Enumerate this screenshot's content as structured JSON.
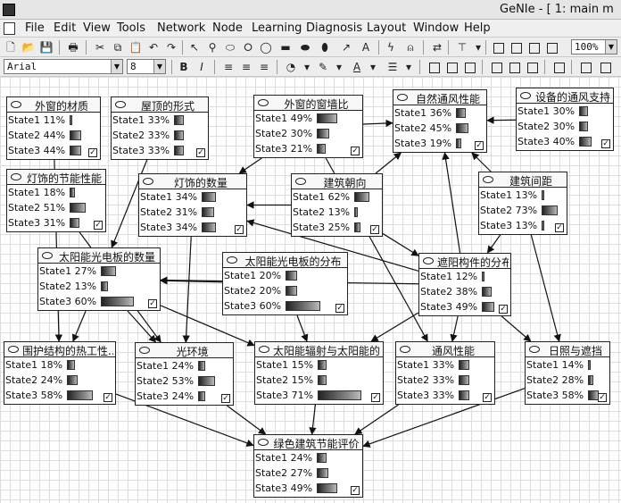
{
  "window": {
    "title": "GeNIe - [ 1: main m"
  },
  "menubar": {
    "items": [
      "File",
      "Edit",
      "View",
      "Tools",
      "Network",
      "Node",
      "Learning",
      "Diagnosis",
      "Layout",
      "Window",
      "Help"
    ]
  },
  "toolbar": {
    "zoom_value": "100%",
    "font_value": "Arial",
    "font_size_value": "8"
  },
  "icons": {
    "new": "🗋",
    "open": "📂",
    "save": "💾",
    "print": "🖶",
    "cut": "✂",
    "copy": "⧉",
    "paste": "📋",
    "undo": "↶",
    "redo": "↷",
    "select": "↖",
    "zoom": "⚲",
    "oval": "⬭",
    "arc": "⭘",
    "chance": "◯",
    "deterministic": "▬",
    "decision": "⬬",
    "utility": "⬮",
    "arrow": "↗",
    "text": "A",
    "update": "ϟ",
    "formula": "⍝",
    "swap": "⇄",
    "filter": "⊤",
    "bold": "B",
    "italic": "I",
    "align-left": "≡",
    "align-center": "≡",
    "align-right": "≡",
    "fill": "◔",
    "line-color": "✎",
    "font-color": "A",
    "line-width": "☰"
  },
  "nodes": [
    {
      "title": "外窗的材质",
      "states": [
        {
          "label": "State1 11%",
          "value": 11
        },
        {
          "label": "State2 44%",
          "value": 44
        },
        {
          "label": "State3 44%",
          "value": 44
        }
      ]
    },
    {
      "title": "屋顶的形式",
      "states": [
        {
          "label": "State1 33%",
          "value": 33
        },
        {
          "label": "State2 33%",
          "value": 33
        },
        {
          "label": "State3 33%",
          "value": 33
        }
      ]
    },
    {
      "title": "外窗的窗墙比",
      "states": [
        {
          "label": "State1 49%",
          "value": 49
        },
        {
          "label": "State2 30%",
          "value": 30
        },
        {
          "label": "State3 21%",
          "value": 21
        }
      ]
    },
    {
      "title": "自然通风性能",
      "states": [
        {
          "label": "State1 36%",
          "value": 36
        },
        {
          "label": "State2 45%",
          "value": 45
        },
        {
          "label": "State3 19%",
          "value": 19
        }
      ]
    },
    {
      "title": "设备的通风支持",
      "states": [
        {
          "label": "State1 30%",
          "value": 30
        },
        {
          "label": "State2 30%",
          "value": 30
        },
        {
          "label": "State3 40%",
          "value": 40
        }
      ]
    },
    {
      "title": "灯饰的节能性能",
      "states": [
        {
          "label": "State1 18%",
          "value": 18
        },
        {
          "label": "State2 51%",
          "value": 51
        },
        {
          "label": "State3 31%",
          "value": 31
        }
      ]
    },
    {
      "title": "灯饰的数量",
      "states": [
        {
          "label": "State1 34%",
          "value": 34
        },
        {
          "label": "State2 31%",
          "value": 31
        },
        {
          "label": "State3 34%",
          "value": 34
        }
      ]
    },
    {
      "title": "建筑朝向",
      "states": [
        {
          "label": "State1 62%",
          "value": 62
        },
        {
          "label": "State2 13%",
          "value": 13
        },
        {
          "label": "State3 25%",
          "value": 25
        }
      ]
    },
    {
      "title": "建筑间距",
      "states": [
        {
          "label": "State1 13%",
          "value": 13
        },
        {
          "label": "State2 73%",
          "value": 73
        },
        {
          "label": "State3 13%",
          "value": 13
        }
      ]
    },
    {
      "title": "太阳能光电板的数量",
      "states": [
        {
          "label": "State1 27%",
          "value": 27
        },
        {
          "label": "State2 13%",
          "value": 13
        },
        {
          "label": "State3 60%",
          "value": 60
        }
      ]
    },
    {
      "title": "太阳能光电板的分布",
      "states": [
        {
          "label": "State1 20%",
          "value": 20
        },
        {
          "label": "State2 20%",
          "value": 20
        },
        {
          "label": "State3 60%",
          "value": 60
        }
      ]
    },
    {
      "title": "遮阳构件的分布",
      "states": [
        {
          "label": "State1 12%",
          "value": 12
        },
        {
          "label": "State2 38%",
          "value": 38
        },
        {
          "label": "State3 49%",
          "value": 49
        }
      ]
    },
    {
      "title": "围护结构的热工性...",
      "states": [
        {
          "label": "State1 18%",
          "value": 18
        },
        {
          "label": "State2 24%",
          "value": 24
        },
        {
          "label": "State3 58%",
          "value": 58
        }
      ]
    },
    {
      "title": "光环境",
      "states": [
        {
          "label": "State1 24%",
          "value": 24
        },
        {
          "label": "State2 53%",
          "value": 53
        },
        {
          "label": "State3 24%",
          "value": 24
        }
      ]
    },
    {
      "title": "太阳能辐射与太阳能的...",
      "states": [
        {
          "label": "State1 15%",
          "value": 15
        },
        {
          "label": "State2 15%",
          "value": 15
        },
        {
          "label": "State3 71%",
          "value": 71
        }
      ]
    },
    {
      "title": "通风性能",
      "states": [
        {
          "label": "State1 33%",
          "value": 33
        },
        {
          "label": "State2 33%",
          "value": 33
        },
        {
          "label": "State3 33%",
          "value": 33
        }
      ]
    },
    {
      "title": "日照与遮挡",
      "states": [
        {
          "label": "State1 14%",
          "value": 14
        },
        {
          "label": "State2 28%",
          "value": 28
        },
        {
          "label": "State3 58%",
          "value": 58
        }
      ]
    },
    {
      "title": "绿色建筑节能评价",
      "states": [
        {
          "label": "State1 24%",
          "value": 24
        },
        {
          "label": "State2 27%",
          "value": 27
        },
        {
          "label": "State3 49%",
          "value": 49
        }
      ]
    }
  ]
}
